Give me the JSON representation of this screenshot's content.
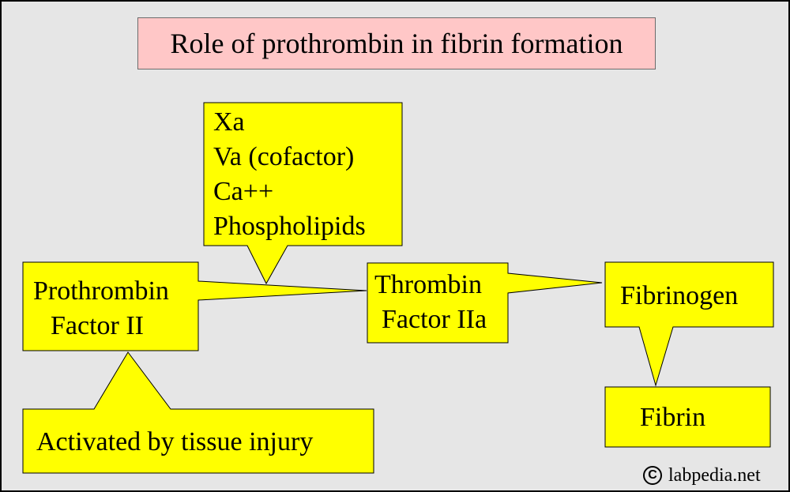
{
  "title": "Role of prothrombin in fibrin formation",
  "colors": {
    "background": "#e6e6e6",
    "node_fill": "#ffff00",
    "title_fill": "#ffc7c7",
    "stroke": "#000000"
  },
  "nodes": {
    "cofactors": {
      "lines": [
        "Xa",
        "Va (cofactor)",
        "Ca++",
        "Phospholipids"
      ]
    },
    "prothrombin": {
      "lines": [
        "Prothrombin",
        "Factor II"
      ]
    },
    "thrombin": {
      "lines": [
        "Thrombin",
        "Factor IIa"
      ]
    },
    "fibrinogen": {
      "label": "Fibrinogen"
    },
    "fibrin": {
      "label": "Fibrin"
    },
    "activation": {
      "label": "Activated by tissue injury"
    }
  },
  "copyright": {
    "icon": "copyright-icon",
    "text": "labpedia.net"
  }
}
